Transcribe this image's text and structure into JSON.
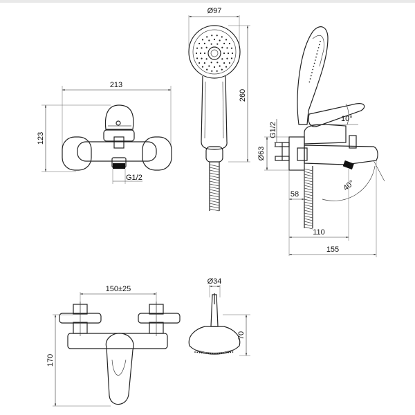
{
  "dims": {
    "width_front": "213",
    "height_front": "123",
    "thread_front": "G1/2",
    "diameter_head": "Ø97",
    "length_shower": "260",
    "thread_side": "G1/2",
    "diameter_rosette": "Ø63",
    "angle_lever": "10°",
    "angle_spout": "40°",
    "dist_58": "58",
    "dist_110": "110",
    "dist_155": "155",
    "spacing_bottom": "150±25",
    "height_bottom": "170",
    "diameter_handle": "Ø34",
    "height_head": "70"
  }
}
